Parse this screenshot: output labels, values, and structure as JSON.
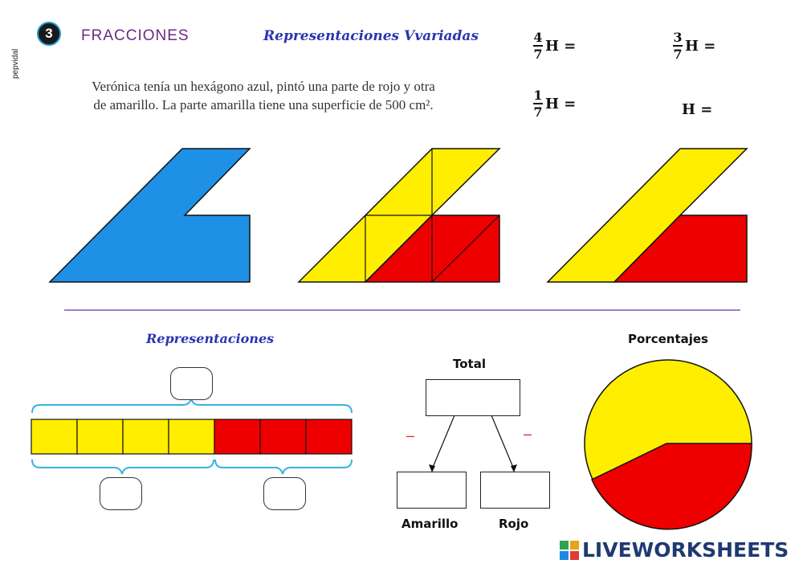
{
  "sidebar_text": "pepvidal",
  "badge_number": "3",
  "title": "FRACCIONES",
  "subtitle": "Representaciones Vvariadas",
  "problem_line1": "Verónica tenía un hexágono azul, pintó una parte de rojo y otra",
  "problem_line2": "de amarillo. La parte amarilla tiene una superficie de 500 cm².",
  "fractions": [
    {
      "num": "4",
      "den": "7",
      "rest": "H ="
    },
    {
      "num": "3",
      "den": "7",
      "rest": "H ="
    },
    {
      "num": "1",
      "den": "7",
      "rest": "H ="
    },
    {
      "num": "",
      "den": "",
      "rest": "H ="
    }
  ],
  "representations_title": "Representaciones",
  "tree": {
    "total_label": "Total",
    "left_label": "Amarillo",
    "right_label": "Rojo",
    "minus_left": "–",
    "minus_right": "–"
  },
  "percent_title": "Porcentajes",
  "bar_segments": [
    "yellow",
    "yellow",
    "yellow",
    "yellow",
    "red",
    "red",
    "red"
  ],
  "colors": {
    "blue": "#1e90e6",
    "yellow": "#ffee00",
    "red": "#ee0000",
    "purple_line": "#9c7fc9",
    "bracket": "#36b3e0"
  },
  "brand_text": "LIVEWORKSHEETS"
}
